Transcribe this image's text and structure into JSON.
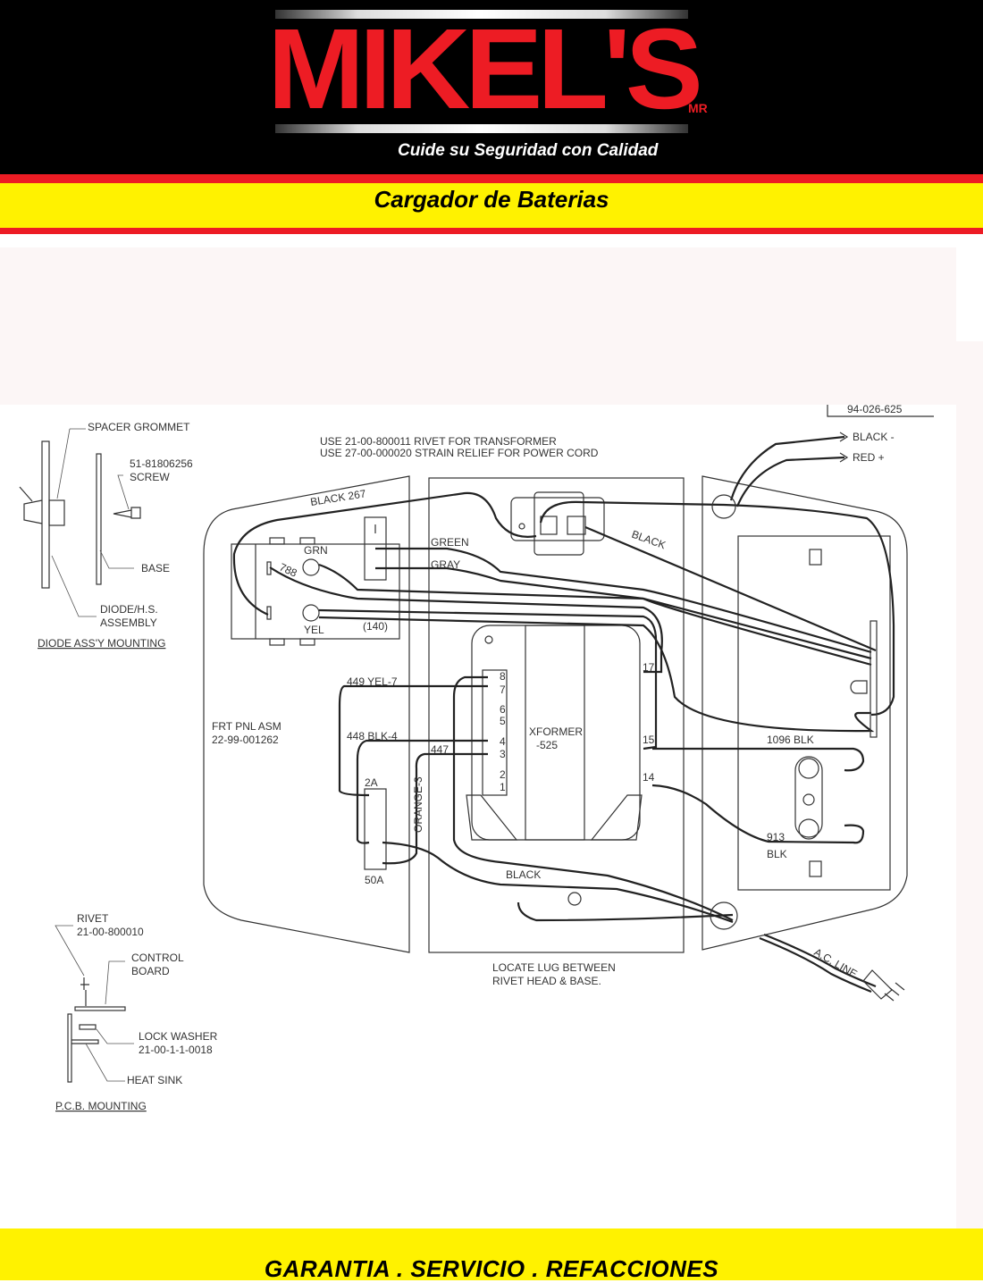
{
  "header": {
    "brand": "MIKEL'S",
    "trademark": "MR",
    "tagline": "Cuide su Seguridad con Calidad",
    "product": "Cargador de Baterias"
  },
  "diagram": {
    "drawing_number": "94-026-625",
    "notes": [
      "USE 21-00-800011 RIVET FOR TRANSFORMER",
      "USE 27-00-000020 STRAIN RELIEF FOR POWER CORD"
    ],
    "diode_mounting": {
      "title": "DIODE ASS'Y MOUNTING",
      "labels": {
        "spacer": "SPACER GROMMET",
        "screw_part": "51-81806256",
        "screw": "SCREW",
        "base": "BASE",
        "diode1": "DIODE/H.S.",
        "diode2": "ASSEMBLY"
      }
    },
    "pcb_mounting": {
      "title": "P.C.B. MOUNTING",
      "labels": {
        "rivet": "RIVET",
        "rivet_part": "21-00-800010",
        "control1": "CONTROL",
        "control2": "BOARD",
        "lockwasher": "LOCK WASHER",
        "lockwasher_part": "21-00-1-1-0018",
        "heatsink": "HEAT SINK"
      }
    },
    "front_panel": {
      "line1": "FRT PNL ASM",
      "line2": "22-99-001262"
    },
    "wires": {
      "black267": "BLACK  267",
      "green": "GREEN",
      "gray": "GRAY",
      "black_top": "BLACK",
      "w788": "788",
      "grn": "GRN",
      "yel": "YEL",
      "w140": "(140)",
      "yel7": "449  YEL-7",
      "blk4": "448  BLK-4",
      "w447": "447",
      "orange": "ORANGE-3",
      "a2": "2A",
      "a50": "50A",
      "black_bottom": "BLACK",
      "blk1096": "1096  BLK",
      "w913": "913",
      "blk913": "BLK",
      "ac_line": "A.C. LINE",
      "out_black": "BLACK  -",
      "out_red": "RED  +"
    },
    "transformer": {
      "name": "XFORMER",
      "number": "-525",
      "taps": [
        "8",
        "7",
        "6",
        "5",
        "4",
        "3",
        "2",
        "1"
      ],
      "terminals": [
        "17",
        "15",
        "14"
      ]
    },
    "lug_note": [
      "LOCATE LUG BETWEEN",
      "RIVET HEAD & BASE."
    ]
  },
  "footer": {
    "text": "GARANTIA  .  SERVICIO  .  REFACCIONES"
  }
}
